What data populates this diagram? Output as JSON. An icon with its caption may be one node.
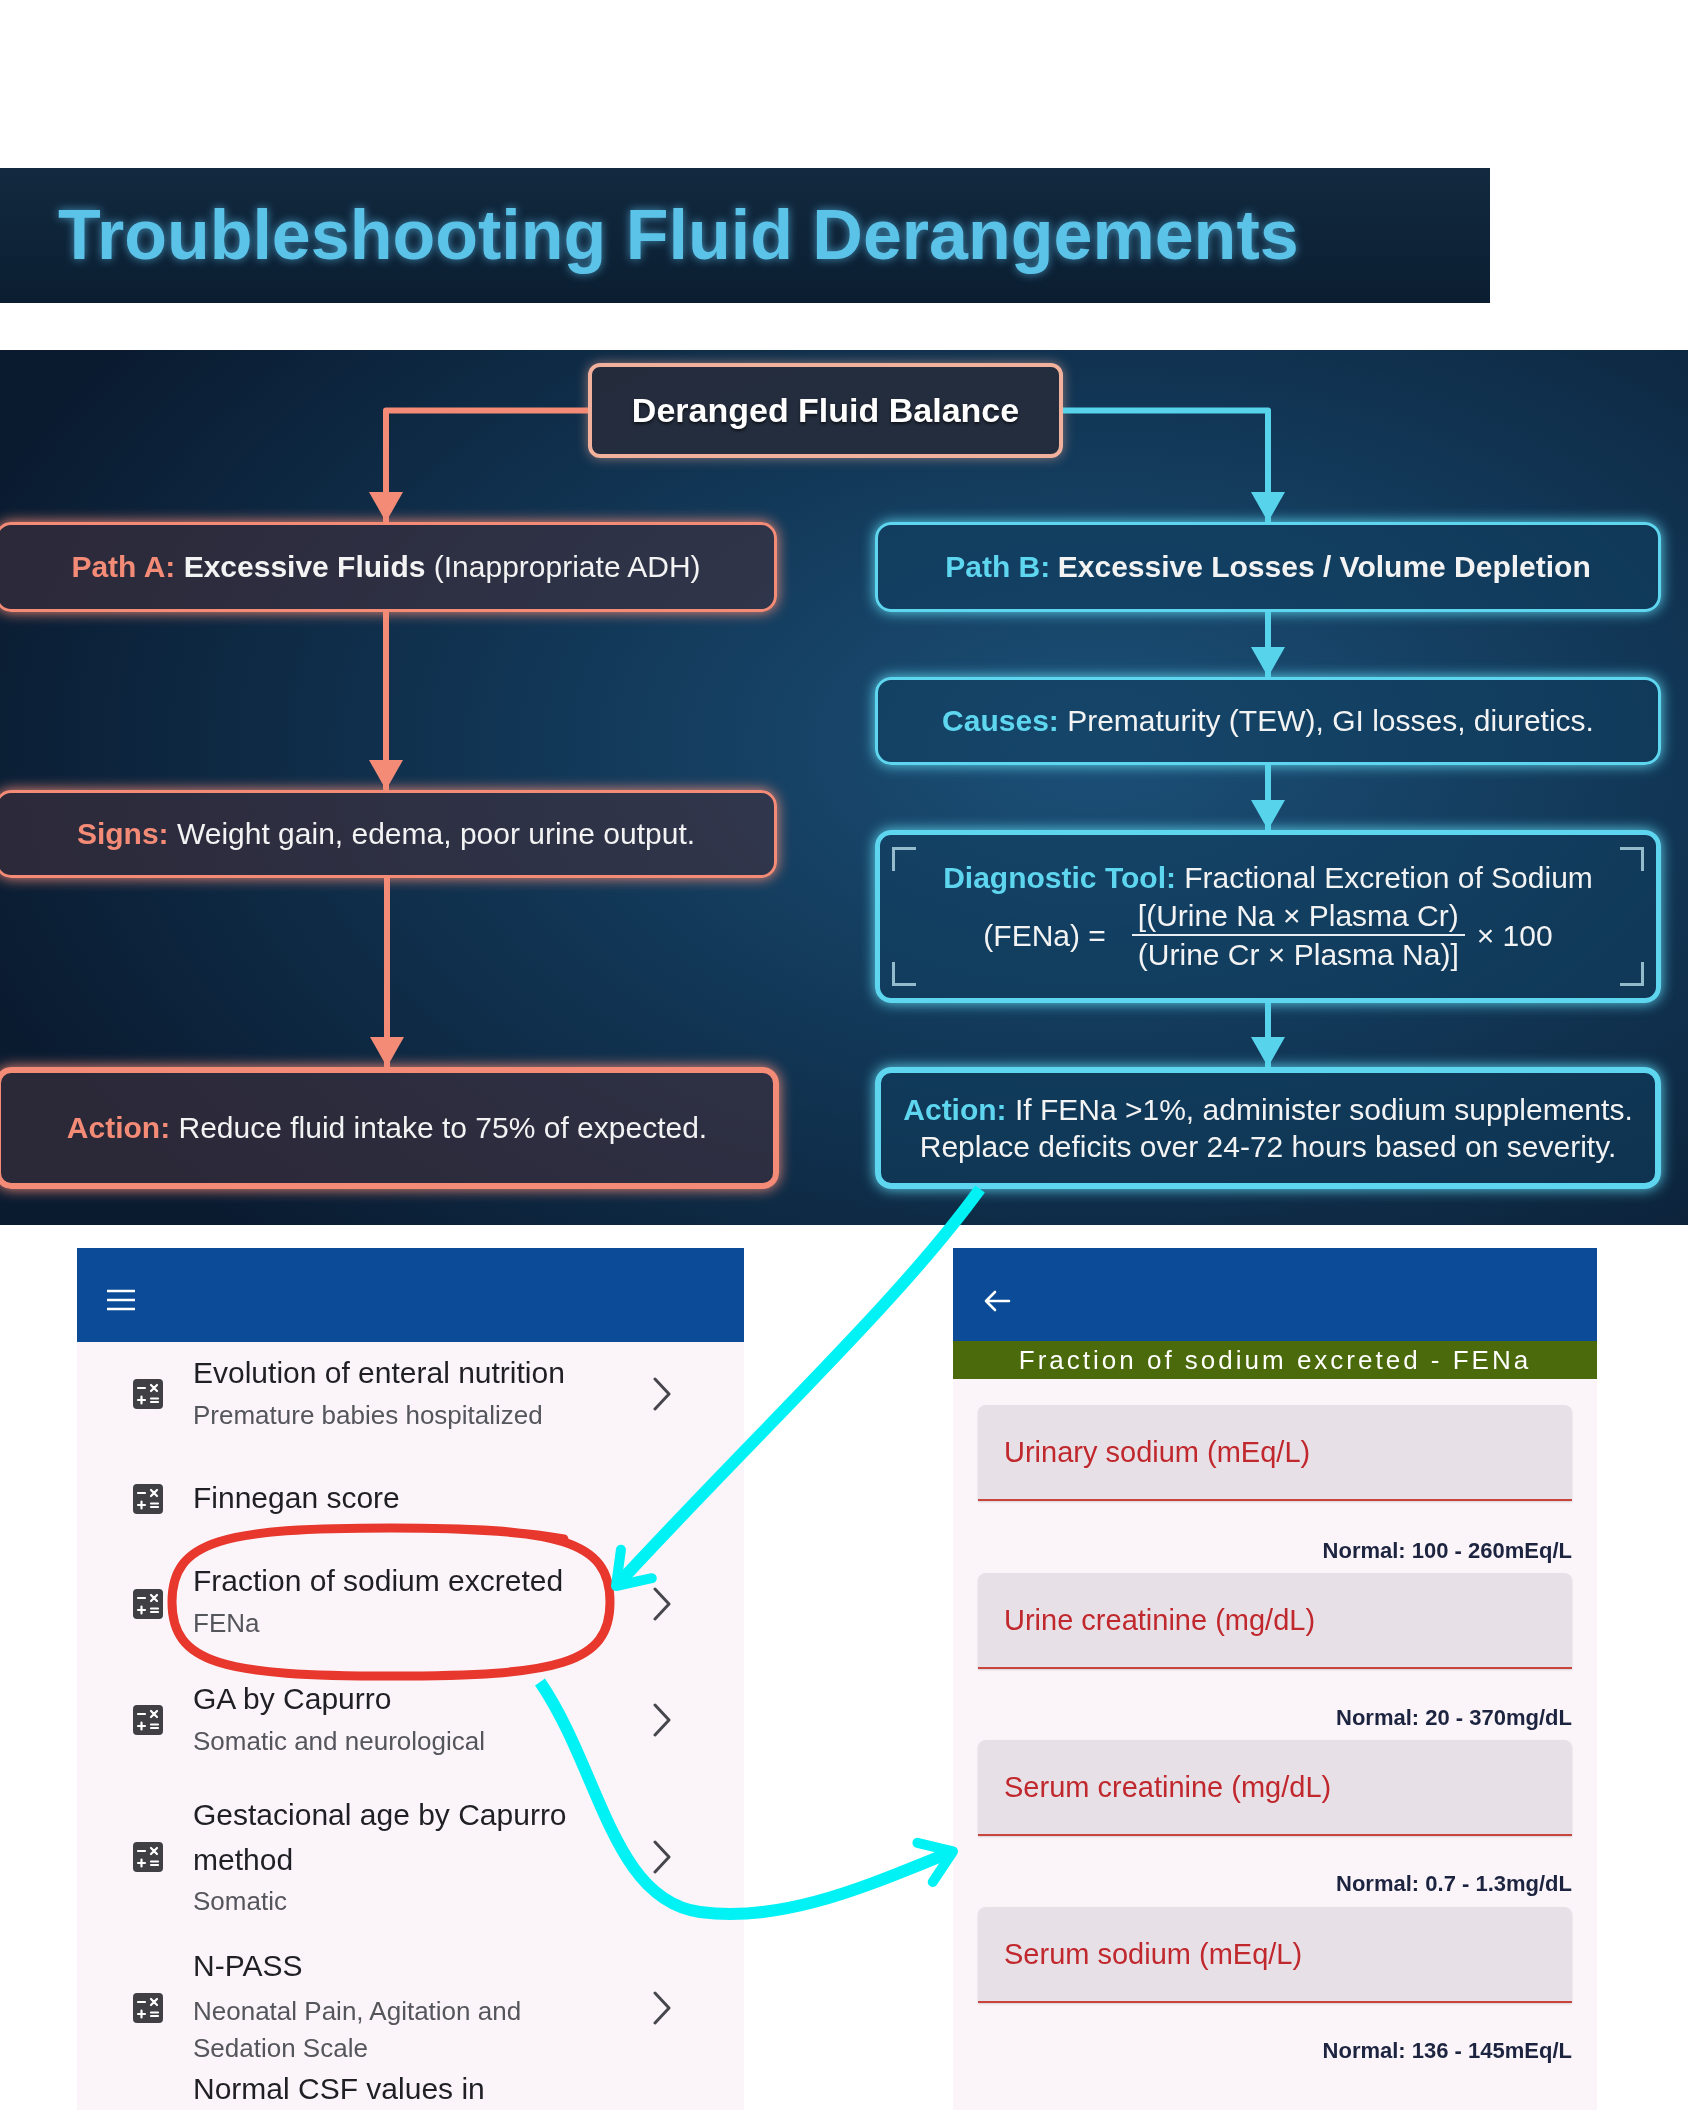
{
  "diagram": {
    "title": "Troubleshooting Fluid Derangements",
    "nodes": [
      {
        "text": [
          "Deranged Fluid Balance"
        ]
      },
      {
        "text": [
          "**Path A:** **Excessive Fluids** (Inappropriate ADH)"
        ]
      },
      {
        "text": [
          "Path B:",
          "Excessive Losses / Volume Depletion"
        ]
      },
      {
        "text": [
          "**Causes:** Prematurity (TEW), GI losses, diuretics."
        ]
      },
      {
        "text": [
          "**Signs:** Weight gain, edema, poor urine output."
        ]
      },
      {
        "text": [
          "**Diagnostic Tool:** Fractional Excretion of Sodium",
          "(FENa) =",
          "[(Urine Na × Plasma Cr)",
          "(Urine Cr × Plasma Na)]",
          "× 100"
        ]
      },
      {
        "text": [
          "**Action:** Reduce fluid intake to 75% of expected."
        ]
      },
      {
        "text": [
          "**Action:** If FENa >1%, administer sodium supplements. Replace deficits over 24-72 hours based on severity."
        ]
      },
      {
        "text": [
          "Evolution of enteral nutrition",
          "Premature babies hospitalized",
          "Finnegan score",
          "GA by Capurro",
          "Somatic and neurological",
          "Gestacional age by Capurro method",
          "Somatic",
          "N-PASS",
          "Neonatal Pain, Agitation and Sedation Scale",
          "Normal CSF values in"
        ]
      },
      {
        "text": [
          "Fraction of sodium excreted",
          "FENa"
        ],
        "in": 8
      },
      {
        "text": [
          "Fraction of sodium excreted - FENa"
        ]
      },
      {
        "text": [
          "Urinary sodium (mEq/L)"
        ],
        "in": 10
      },
      {
        "text": [
          "Urine creatinine (mg/dL)"
        ],
        "in": 10
      },
      {
        "text": [
          "Serum creatinine (mg/dL)"
        ],
        "in": 10
      },
      {
        "text": [
          "Serum sodium (mEq/L)"
        ],
        "in": 10
      }
    ],
    "edges": [
      {
        "from": 0,
        "to": 1,
        "arrow": "to",
        "color": "#f38b76"
      },
      {
        "from": 0,
        "to": 2,
        "arrow": "to"
      },
      {
        "from": 1,
        "to": 4,
        "arrow": "to",
        "color": "#f38b76"
      },
      {
        "from": 4,
        "to": 6,
        "arrow": "to",
        "color": "#f38b76"
      },
      {
        "from": 2,
        "to": 3,
        "arrow": "to"
      },
      {
        "from": 3,
        "to": 5,
        "arrow": "to"
      },
      {
        "from": 5,
        "to": 7,
        "arrow": "to"
      },
      {
        "from": 7,
        "to": 9,
        "arrow": "to",
        "style": "thick",
        "color": "#00f2f5"
      },
      {
        "from": 9,
        "to": 10,
        "arrow": "to",
        "style": "thick",
        "color": "#00f2f5"
      }
    ],
    "labels": [
      "Normal: 100 - 260mEq/L",
      "Normal: 20 - 370mg/dL",
      "Normal: 0.7 - 1.3mg/dL",
      "Normal: 136 - 145mEq/L"
    ]
  }
}
